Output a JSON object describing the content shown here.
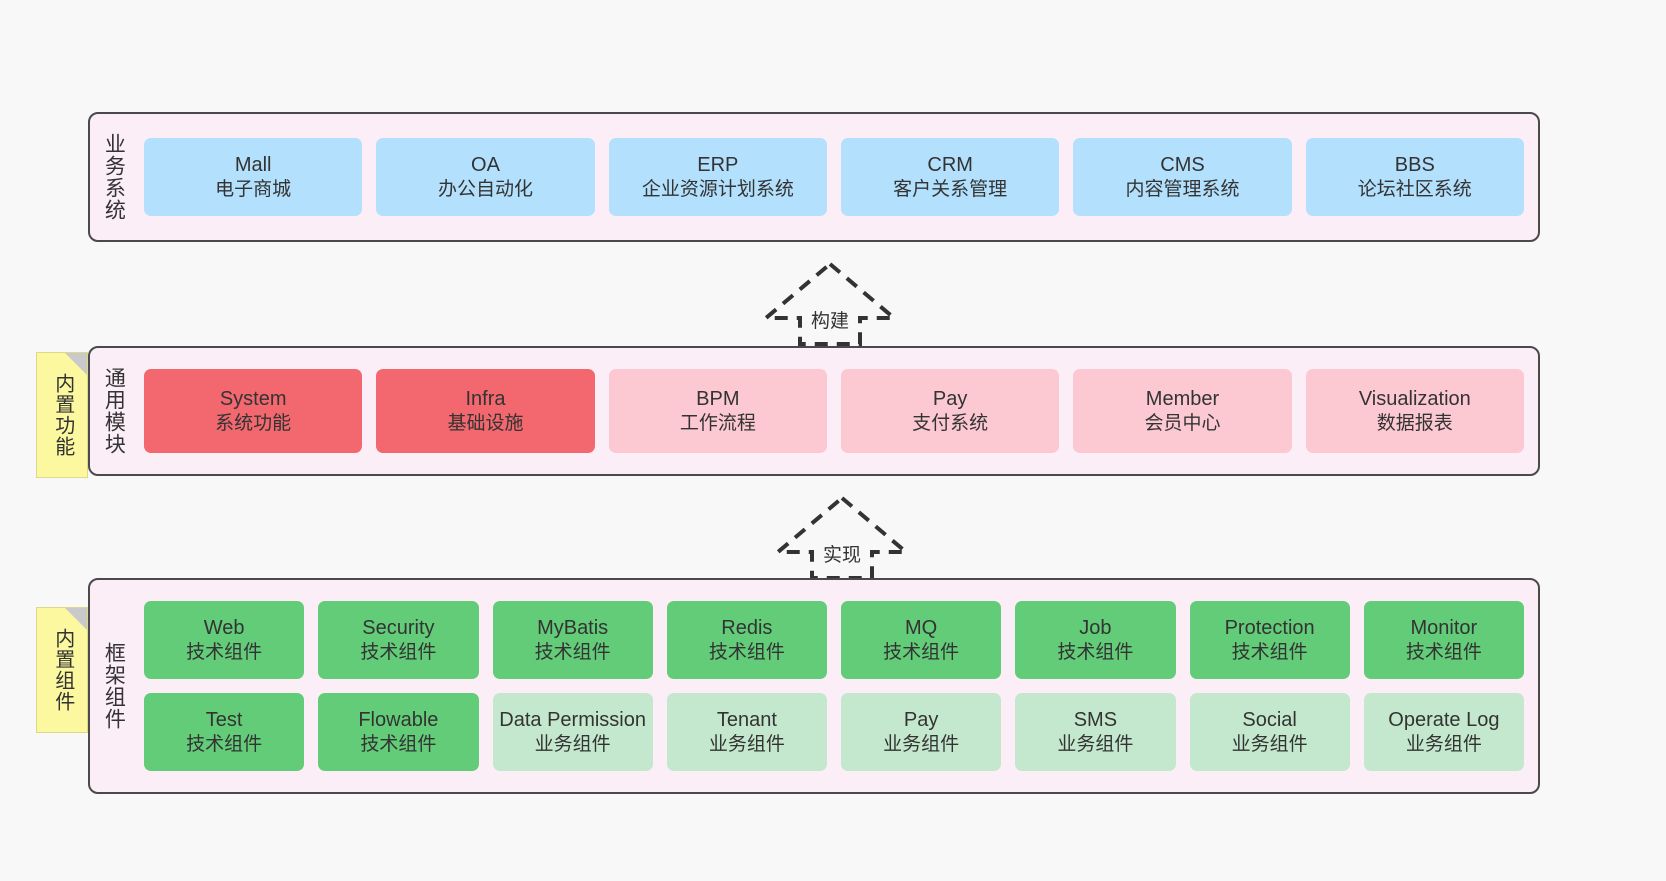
{
  "colors": {
    "background": "#f8f8f8",
    "layer_fill": "#fbeef6",
    "layer_border": "#4a4a4a",
    "blue": "#b3e0fc",
    "red": "#f2686e",
    "pink": "#fcc9d2",
    "green": "#63cc78",
    "light_green": "#c4e8cd",
    "note_yellow": "#fbf8a0",
    "text": "#333333"
  },
  "layers": {
    "business": {
      "title": "业务系统",
      "cards": [
        {
          "name": "Mall",
          "desc": "电子商城"
        },
        {
          "name": "OA",
          "desc": "办公自动化"
        },
        {
          "name": "ERP",
          "desc": "企业资源计划系统"
        },
        {
          "name": "CRM",
          "desc": "客户关系管理"
        },
        {
          "name": "CMS",
          "desc": "内容管理系统"
        },
        {
          "name": "BBS",
          "desc": "论坛社区系统"
        }
      ]
    },
    "common": {
      "title": "通用模块",
      "note": "内置功能",
      "cards": [
        {
          "name": "System",
          "desc": "系统功能",
          "style": "red"
        },
        {
          "name": "Infra",
          "desc": "基础设施",
          "style": "red"
        },
        {
          "name": "BPM",
          "desc": "工作流程",
          "style": "pink"
        },
        {
          "name": "Pay",
          "desc": "支付系统",
          "style": "pink"
        },
        {
          "name": "Member",
          "desc": "会员中心",
          "style": "pink"
        },
        {
          "name": "Visualization",
          "desc": "数据报表",
          "style": "pink"
        }
      ]
    },
    "framework": {
      "title": "框架组件",
      "note": "内置组件",
      "row1": [
        {
          "name": "Web",
          "desc": "技术组件",
          "style": "green"
        },
        {
          "name": "Security",
          "desc": "技术组件",
          "style": "green"
        },
        {
          "name": "MyBatis",
          "desc": "技术组件",
          "style": "green"
        },
        {
          "name": "Redis",
          "desc": "技术组件",
          "style": "green"
        },
        {
          "name": "MQ",
          "desc": "技术组件",
          "style": "green"
        },
        {
          "name": "Job",
          "desc": "技术组件",
          "style": "green"
        },
        {
          "name": "Protection",
          "desc": "技术组件",
          "style": "green"
        },
        {
          "name": "Monitor",
          "desc": "技术组件",
          "style": "green"
        }
      ],
      "row2": [
        {
          "name": "Test",
          "desc": "技术组件",
          "style": "green"
        },
        {
          "name": "Flowable",
          "desc": "技术组件",
          "style": "green"
        },
        {
          "name": "Data Permission",
          "desc": "业务组件",
          "style": "lightgreen"
        },
        {
          "name": "Tenant",
          "desc": "业务组件",
          "style": "lightgreen"
        },
        {
          "name": "Pay",
          "desc": "业务组件",
          "style": "lightgreen"
        },
        {
          "name": "SMS",
          "desc": "业务组件",
          "style": "lightgreen"
        },
        {
          "name": "Social",
          "desc": "业务组件",
          "style": "lightgreen"
        },
        {
          "name": "Operate Log",
          "desc": "业务组件",
          "style": "lightgreen"
        }
      ]
    }
  },
  "arrows": [
    {
      "label": "构建"
    },
    {
      "label": "实现"
    }
  ]
}
